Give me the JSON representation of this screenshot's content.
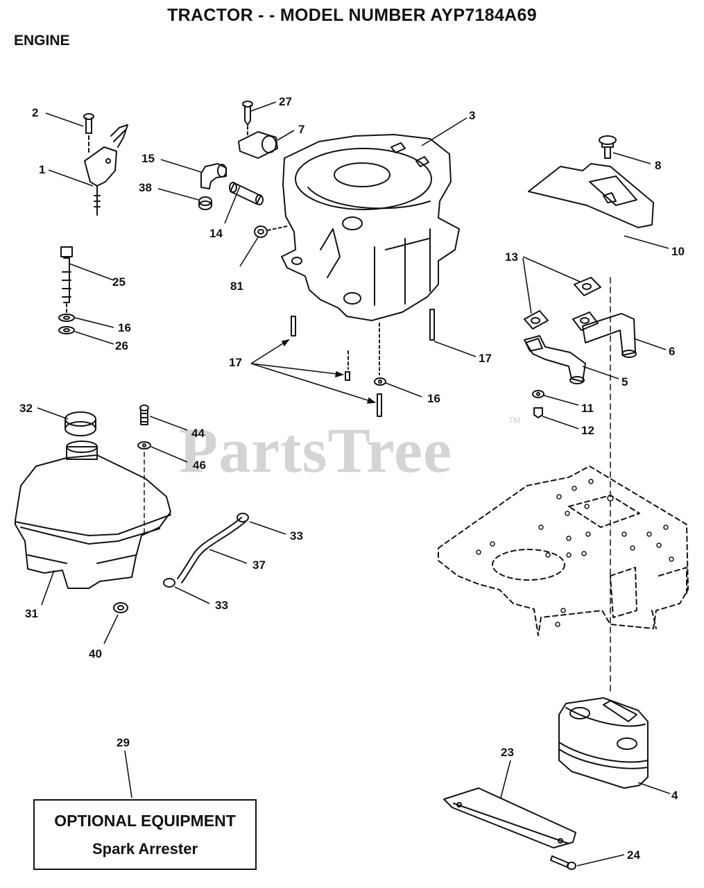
{
  "title": "TRACTOR - - MODEL NUMBER AYP7184A69",
  "section": "ENGINE",
  "watermark": "PartsTree",
  "watermark_tm": "TM",
  "optional_box": {
    "title": "OPTIONAL EQUIPMENT",
    "item": "Spark Arrester"
  },
  "callouts": {
    "c1": "1",
    "c2": "2",
    "c3": "3",
    "c4": "4",
    "c5": "5",
    "c6": "6",
    "c7": "7",
    "c8": "8",
    "c10": "10",
    "c11": "11",
    "c12": "12",
    "c13": "13",
    "c14": "14",
    "c15": "15",
    "c16a": "16",
    "c16b": "16",
    "c17a": "17",
    "c17b": "17",
    "c23": "23",
    "c24": "24",
    "c25": "25",
    "c26": "26",
    "c27": "27",
    "c29": "29",
    "c31": "31",
    "c32": "32",
    "c33a": "33",
    "c33b": "33",
    "c37": "37",
    "c38": "38",
    "c40": "40",
    "c44": "44",
    "c46": "46",
    "c81": "81"
  }
}
